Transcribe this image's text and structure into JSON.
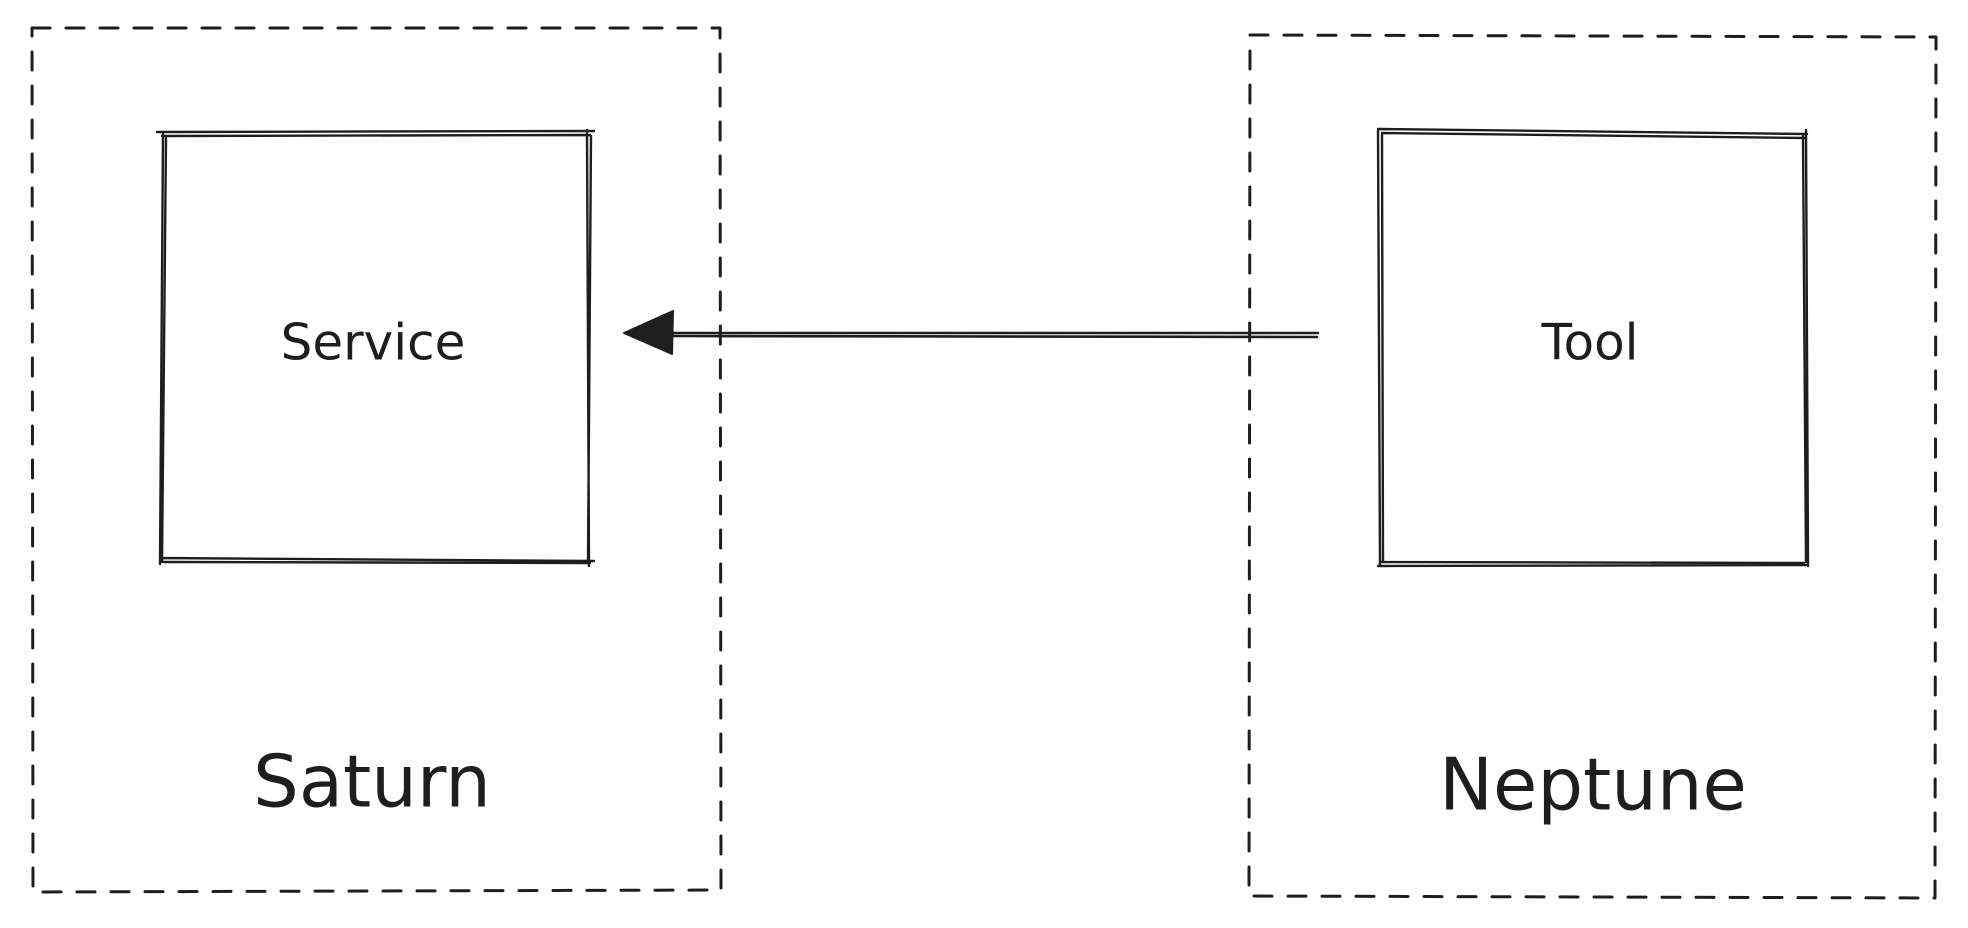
{
  "diagram": {
    "style": "hand-drawn",
    "stroke_color": "#1e1e1e",
    "background_color": "#ffffff",
    "groups": [
      {
        "id": "saturn",
        "label": "Saturn",
        "border": "dashed"
      },
      {
        "id": "neptune",
        "label": "Neptune",
        "border": "dashed"
      }
    ],
    "nodes": [
      {
        "id": "service",
        "label": "Service",
        "group": "saturn"
      },
      {
        "id": "tool",
        "label": "Tool",
        "group": "neptune"
      }
    ],
    "edges": [
      {
        "from": "tool",
        "to": "service",
        "arrowhead": "filled-triangle"
      }
    ]
  }
}
